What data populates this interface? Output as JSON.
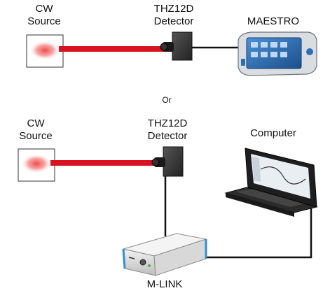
{
  "setup_1": {
    "source_label_line1": "CW",
    "source_label_line2": "Source",
    "detector_label_line1": "THZ12D",
    "detector_label_line2": "Detector",
    "readout_label": "MAESTRO"
  },
  "separator_text": "Or",
  "setup_2": {
    "source_label_line1": "CW",
    "source_label_line2": "Source",
    "detector_label_line1": "THZ12D",
    "detector_label_line2": "Detector",
    "computer_label": "Computer",
    "interface_label": "M-LINK"
  },
  "colors": {
    "beam": "#d8131f",
    "source_glow": "#f04a4a",
    "detector_body": "#3a3a3a",
    "cable": "#111111",
    "mlink_accent": "#2f8fd6",
    "maestro_screen": "#2a6fb8"
  }
}
